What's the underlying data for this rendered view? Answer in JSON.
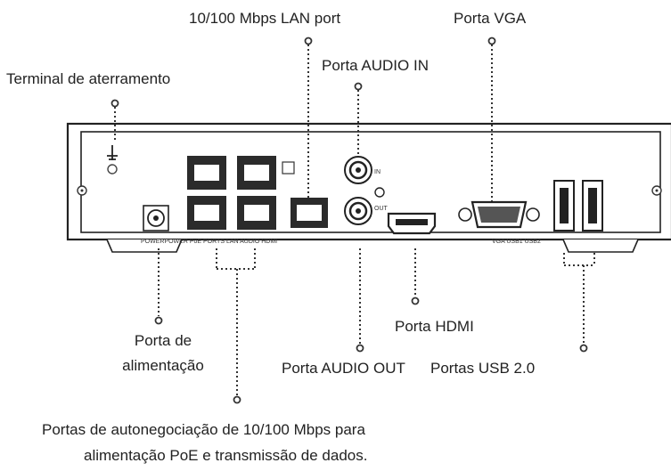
{
  "callouts": {
    "lan_port": "10/100 Mbps LAN port",
    "vga": "Porta VGA",
    "ground": "Terminal de aterramento",
    "audio_in": "Porta AUDIO IN",
    "power_1": "Porta de",
    "power_2": "alimentação",
    "hdmi": "Porta HDMI",
    "audio_out": "Porta AUDIO OUT",
    "usb": "Portas USB 2.0",
    "poe_1": "Portas de autonegociação de 10/100 Mbps para",
    "poe_2": "alimentação PoE e transmissão de dados."
  },
  "panel_labels": {
    "group_left": "POWERPOWER PoE  PORTS LAN AUDIO HDMI",
    "group_right": "VGA USB1 USB2",
    "in": "IN",
    "out": "OUT"
  }
}
